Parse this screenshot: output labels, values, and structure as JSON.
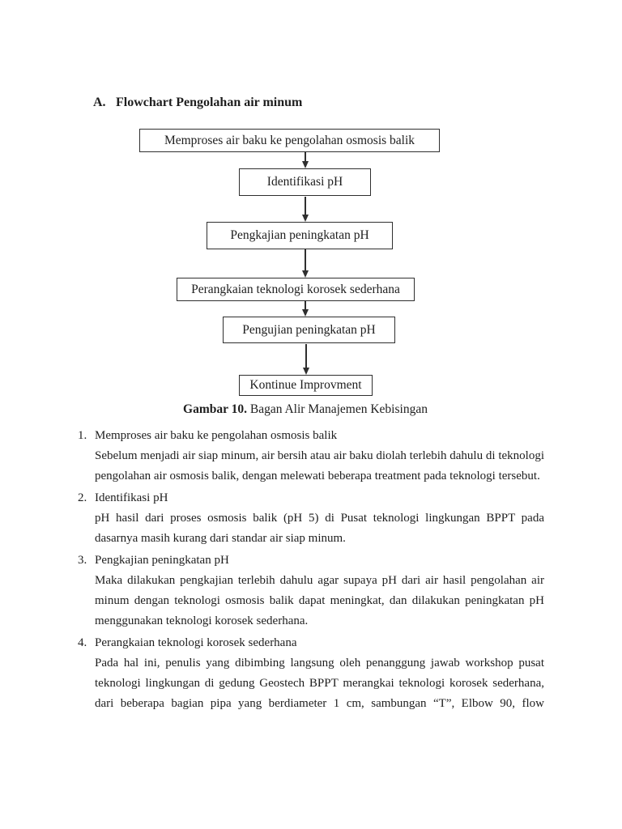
{
  "colors": {
    "background": "#ffffff",
    "text": "#1e1e1e",
    "box_border": "#2f2f2f"
  },
  "heading": {
    "label": "A.",
    "title": "Flowchart Pengolahan air minum"
  },
  "flowchart": {
    "nodes": [
      {
        "label": "Memproses air baku ke pengolahan osmosis balik"
      },
      {
        "label": "Identifikasi pH"
      },
      {
        "label": "Pengkajian peningkatan pH"
      },
      {
        "label": "Perangkaian teknologi korosek sederhana"
      },
      {
        "label": "Pengujian peningkatan pH"
      },
      {
        "label": "Kontinue Improvment"
      }
    ],
    "caption": {
      "bold": "Gambar 10.",
      "rest": " Bagan Alir Manajemen Kebisingan"
    }
  },
  "list": {
    "items": [
      {
        "number": "1.",
        "title": "Memproses air baku ke pengolahan osmosis balik",
        "body": "Sebelum menjadi air siap minum, air bersih atau air baku diolah terlebih dahulu di teknologi pengolahan air osmosis balik, dengan melewati beberapa treatment pada teknologi tersebut."
      },
      {
        "number": "2.",
        "title": "Identifikasi pH",
        "body": "pH hasil dari proses osmosis balik (pH 5) di Pusat teknologi lingkungan BPPT pada dasarnya masih kurang dari standar air siap minum."
      },
      {
        "number": "3.",
        "title": "Pengkajian peningkatan pH",
        "body": "Maka dilakukan pengkajian terlebih dahulu agar supaya pH dari air hasil pengolahan air minum dengan teknologi osmosis balik dapat meningkat, dan dilakukan peningkatan pH menggunakan teknologi korosek sederhana."
      },
      {
        "number": "4.",
        "title": "Perangkaian teknologi korosek sederhana",
        "body": "Pada hal ini, penulis yang dibimbing langsung oleh penanggung jawab workshop pusat teknologi lingkungan di gedung Geostech BPPT merangkai teknologi korosek sederhana, dari beberapa bagian pipa yang berdiameter 1 cm, sambungan “T”, Elbow 90, flow"
      }
    ]
  }
}
